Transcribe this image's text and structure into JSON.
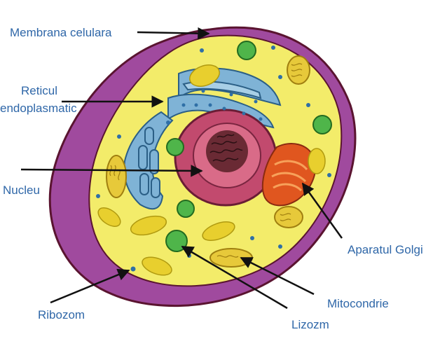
{
  "labels": {
    "membrane": "Membrana celulara",
    "er_line1": "Reticul",
    "er_line2": "endoplasmatic",
    "nucleus": "Nucleu",
    "golgi": "Aparatul Golgi",
    "mitochondrion": "Mitocondrie",
    "ribosome": "Ribozom",
    "lysosome": "Lizozm"
  },
  "colors": {
    "label_text": "#2f67a8",
    "membrane_outer": "#a04a9e",
    "membrane_line": "#5a1430",
    "cytoplasm": "#f3ec6a",
    "nucleus": "#c24a6e",
    "nucleolus": "#6a2a34",
    "golgi": "#e0561f",
    "er": "#7fb3d6",
    "lysosome": "#4fb54a",
    "mitochondria": "#e7c93a",
    "ribosome": "#2f6fa6",
    "arrow": "#111111"
  }
}
